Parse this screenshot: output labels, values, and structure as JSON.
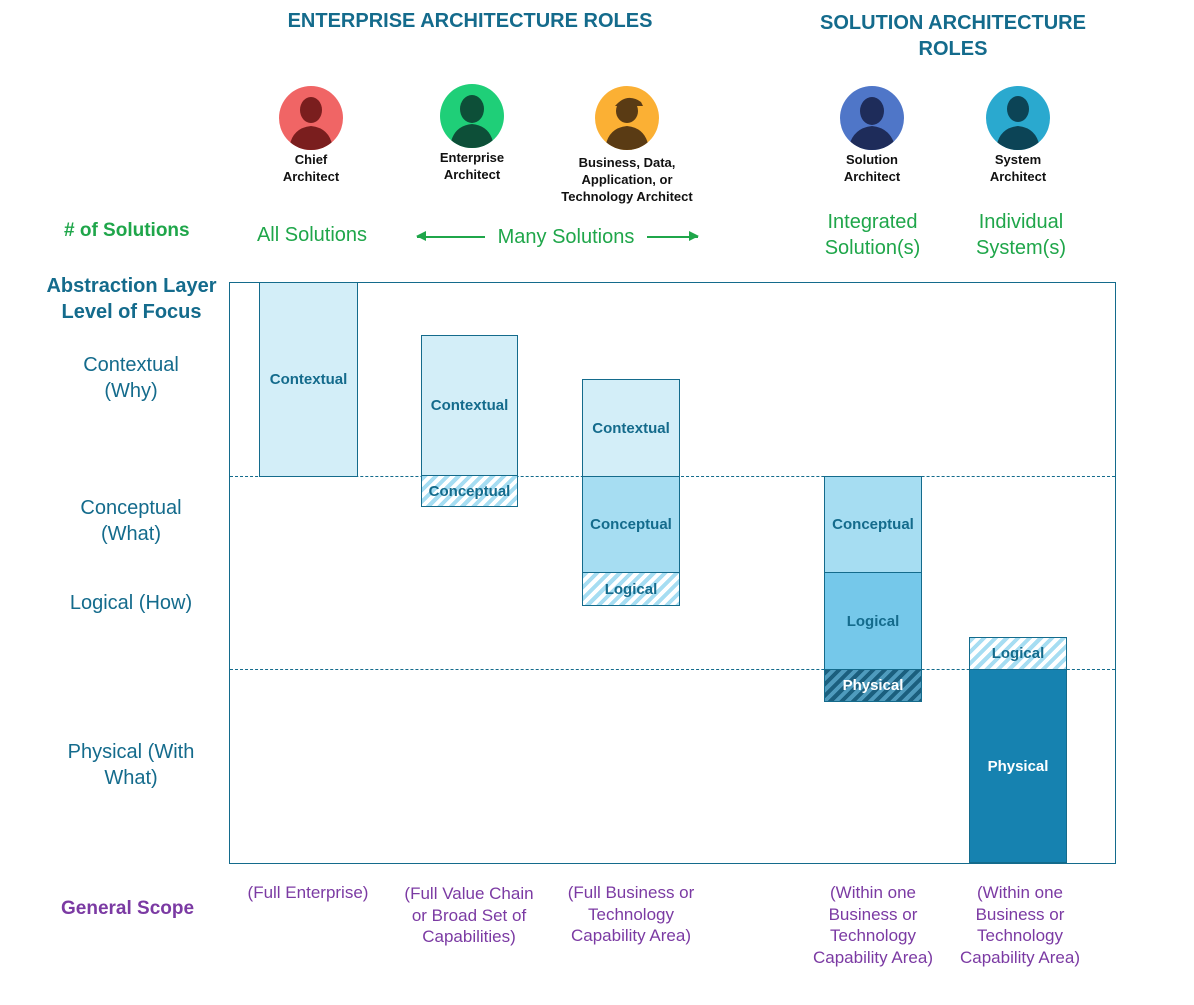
{
  "headers": {
    "enterprise": "ENTERPRISE ARCHITECTURE ROLES",
    "solution": "SOLUTION ARCHITECTURE ROLES"
  },
  "roles": [
    {
      "name": "Chief Architect",
      "icon": "person-icon",
      "color": "#f06565",
      "dark": "#7a1e1e"
    },
    {
      "name": "Enterprise Architect",
      "icon": "person-icon",
      "color": "#1fcf78",
      "dark": "#0d4f38"
    },
    {
      "name": "Business, Data, Application, or Technology Architect",
      "icon": "person-icon",
      "color": "#fbb034",
      "dark": "#5a3b14"
    },
    {
      "name": "Solution Architect",
      "icon": "person-icon",
      "color": "#4f76c8",
      "dark": "#1e2c5a"
    },
    {
      "name": "System Architect",
      "icon": "person-icon",
      "color": "#2aa9cf",
      "dark": "#0c4456"
    }
  ],
  "solutions": {
    "label": "# of Solutions",
    "all": "All Solutions",
    "many": "Many Solutions",
    "integrated": "Integrated Solution(s)",
    "individual": "Individual System(s)"
  },
  "abstraction": {
    "title": "Abstraction Layer Level of Focus",
    "layers": [
      "Contextual (Why)",
      "Conceptual (What)",
      "Logical (How)",
      "Physical (With What)"
    ]
  },
  "blocks": {
    "contextual": "Contextual",
    "conceptual": "Conceptual",
    "logical": "Logical",
    "physical": "Physical"
  },
  "scope": {
    "label": "General Scope",
    "items": [
      "(Full Enterprise)",
      "(Full Value Chain or Broad Set of Capabilities)",
      "(Full Business or Technology Capability Area)",
      "(Within one Business or Technology Capability Area)",
      "(Within one Business or Technology Capability Area)"
    ]
  },
  "colors": {
    "teal": "#146b8c",
    "green": "#1fa64a",
    "purple": "#7b3aa3",
    "contextual": "#d3eef8",
    "conceptual": "#a6ddf2",
    "logical": "#75c8ea",
    "physical": "#1682b0"
  }
}
